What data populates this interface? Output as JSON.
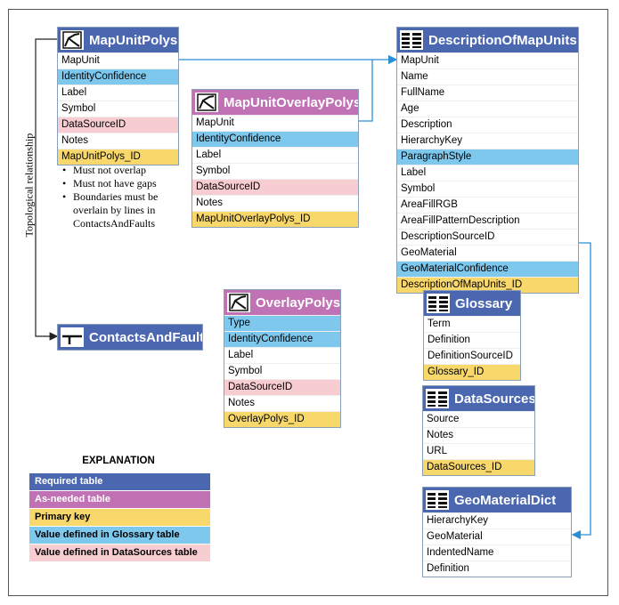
{
  "diagram": {
    "side_label": "Topological relationship",
    "bullets": [
      "Must not overlap",
      "Must not have gaps",
      "Boundaries must be overlain by lines in ContactsAndFaults"
    ],
    "tables": {
      "map_unit_polys": {
        "title": "MapUnitPolys",
        "icon": "polygon-icon",
        "fields": [
          {
            "name": "MapUnit",
            "kind": "plain"
          },
          {
            "name": "IdentityConfidence",
            "kind": "glossary"
          },
          {
            "name": "Label",
            "kind": "plain"
          },
          {
            "name": "Symbol",
            "kind": "plain"
          },
          {
            "name": "DataSourceID",
            "kind": "datasource"
          },
          {
            "name": "Notes",
            "kind": "plain"
          },
          {
            "name": "MapUnitPolys_ID",
            "kind": "primary"
          }
        ]
      },
      "map_unit_overlay_polys": {
        "title": "MapUnitOverlayPolys",
        "icon": "polygon-icon",
        "fields": [
          {
            "name": "MapUnit",
            "kind": "plain"
          },
          {
            "name": "IdentityConfidence",
            "kind": "glossary"
          },
          {
            "name": "Label",
            "kind": "plain"
          },
          {
            "name": "Symbol",
            "kind": "plain"
          },
          {
            "name": "DataSourceID",
            "kind": "datasource"
          },
          {
            "name": "Notes",
            "kind": "plain"
          },
          {
            "name": "MapUnitOverlayPolys_ID",
            "kind": "primary"
          }
        ]
      },
      "description_of_map_units": {
        "title": "DescriptionOfMapUnits",
        "icon": "table-icon",
        "fields": [
          {
            "name": "MapUnit",
            "kind": "plain"
          },
          {
            "name": "Name",
            "kind": "plain"
          },
          {
            "name": "FullName",
            "kind": "plain"
          },
          {
            "name": "Age",
            "kind": "plain"
          },
          {
            "name": "Description",
            "kind": "plain"
          },
          {
            "name": "HierarchyKey",
            "kind": "plain"
          },
          {
            "name": "ParagraphStyle",
            "kind": "glossary"
          },
          {
            "name": "Label",
            "kind": "plain"
          },
          {
            "name": "Symbol",
            "kind": "plain"
          },
          {
            "name": "AreaFillRGB",
            "kind": "plain"
          },
          {
            "name": "AreaFillPatternDescription",
            "kind": "plain"
          },
          {
            "name": "DescriptionSourceID",
            "kind": "plain"
          },
          {
            "name": "GeoMaterial",
            "kind": "plain"
          },
          {
            "name": "GeoMaterialConfidence",
            "kind": "glossary"
          },
          {
            "name": "DescriptionOfMapUnits_ID",
            "kind": "primary"
          }
        ]
      },
      "overlay_polys": {
        "title": "OverlayPolys",
        "icon": "polygon-icon",
        "fields": [
          {
            "name": "Type",
            "kind": "glossary"
          },
          {
            "name": "IdentityConfidence",
            "kind": "glossary"
          },
          {
            "name": "Label",
            "kind": "plain"
          },
          {
            "name": "Symbol",
            "kind": "plain"
          },
          {
            "name": "DataSourceID",
            "kind": "datasource"
          },
          {
            "name": "Notes",
            "kind": "plain"
          },
          {
            "name": "OverlayPolys_ID",
            "kind": "primary"
          }
        ]
      },
      "glossary": {
        "title": "Glossary",
        "icon": "table-icon",
        "fields": [
          {
            "name": "Term",
            "kind": "plain"
          },
          {
            "name": "Definition",
            "kind": "plain"
          },
          {
            "name": "DefinitionSourceID",
            "kind": "plain"
          },
          {
            "name": "Glossary_ID",
            "kind": "primary"
          }
        ]
      },
      "data_sources": {
        "title": "DataSources",
        "icon": "table-icon",
        "fields": [
          {
            "name": "Source",
            "kind": "plain"
          },
          {
            "name": "Notes",
            "kind": "plain"
          },
          {
            "name": "URL",
            "kind": "plain"
          },
          {
            "name": "DataSources_ID",
            "kind": "primary"
          }
        ]
      },
      "geo_material_dict": {
        "title": "GeoMaterialDict",
        "icon": "table-icon",
        "fields": [
          {
            "name": "HierarchyKey",
            "kind": "plain"
          },
          {
            "name": "GeoMaterial",
            "kind": "plain"
          },
          {
            "name": "IndentedName",
            "kind": "plain"
          },
          {
            "name": "Definition",
            "kind": "plain"
          }
        ]
      },
      "contacts_and_faults": {
        "title": "ContactsAndFaults",
        "icon": "fault-line-icon",
        "fields": []
      }
    },
    "explanation": {
      "title": "EXPLANATION",
      "required": "Required table",
      "as_needed": "As-needed table",
      "primary_key": "Primary key",
      "glossary_value": "Value defined in Glossary table",
      "datasource_value": "Value defined in DataSources table"
    },
    "colors": {
      "required_header": "#4a67b0",
      "as_needed_header": "#c072b4",
      "primary_key": "#f8d76b",
      "glossary_value": "#7ec8ee",
      "datasource_value": "#f8cdd1",
      "connector": "#2b8fd6"
    }
  }
}
